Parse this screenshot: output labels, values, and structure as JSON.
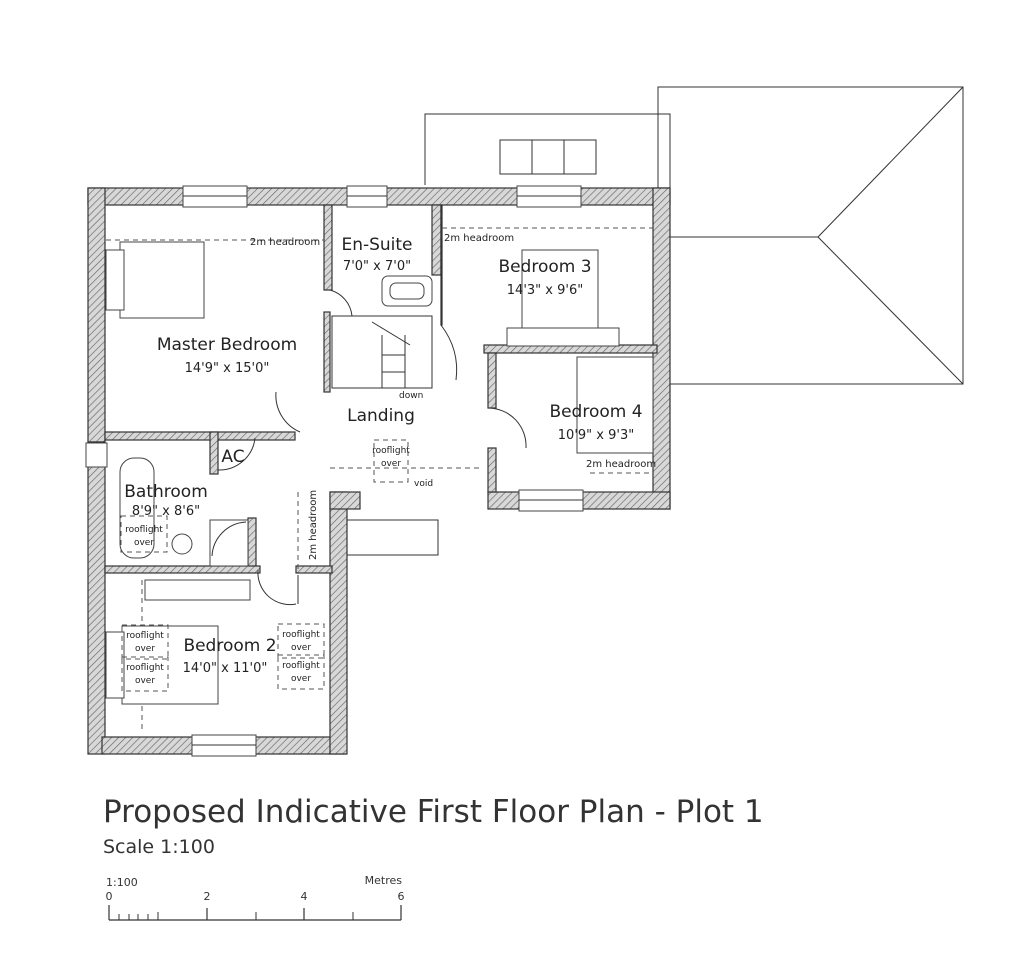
{
  "rooms": {
    "master": {
      "name": "Master Bedroom",
      "dims": "14'9\" x 15'0\""
    },
    "ensuite": {
      "name": "En-Suite",
      "dims": "7'0\" x 7'0\""
    },
    "bed3": {
      "name": "Bedroom 3",
      "dims": "14'3\" x 9'6\""
    },
    "bed4": {
      "name": "Bedroom 4",
      "dims": "10'9\" x 9'3\""
    },
    "landing": {
      "name": "Landing"
    },
    "ac": {
      "name": "AC"
    },
    "bathroom": {
      "name": "Bathroom",
      "dims": "8'9\" x 8'6\""
    },
    "bed2": {
      "name": "Bedroom 2",
      "dims": "14'0\" x 11'0\""
    }
  },
  "notes": {
    "headroom": "2m headroom",
    "rooflight_1": "rooflight",
    "rooflight_2": "over",
    "down": "down",
    "void": "void"
  },
  "title": "Proposed Indicative First Floor Plan - Plot 1",
  "scale": "Scale 1:100",
  "scale_bar": {
    "ratio": "1:100",
    "unit": "Metres",
    "ticks": [
      "0",
      "2",
      "4",
      "6"
    ]
  }
}
